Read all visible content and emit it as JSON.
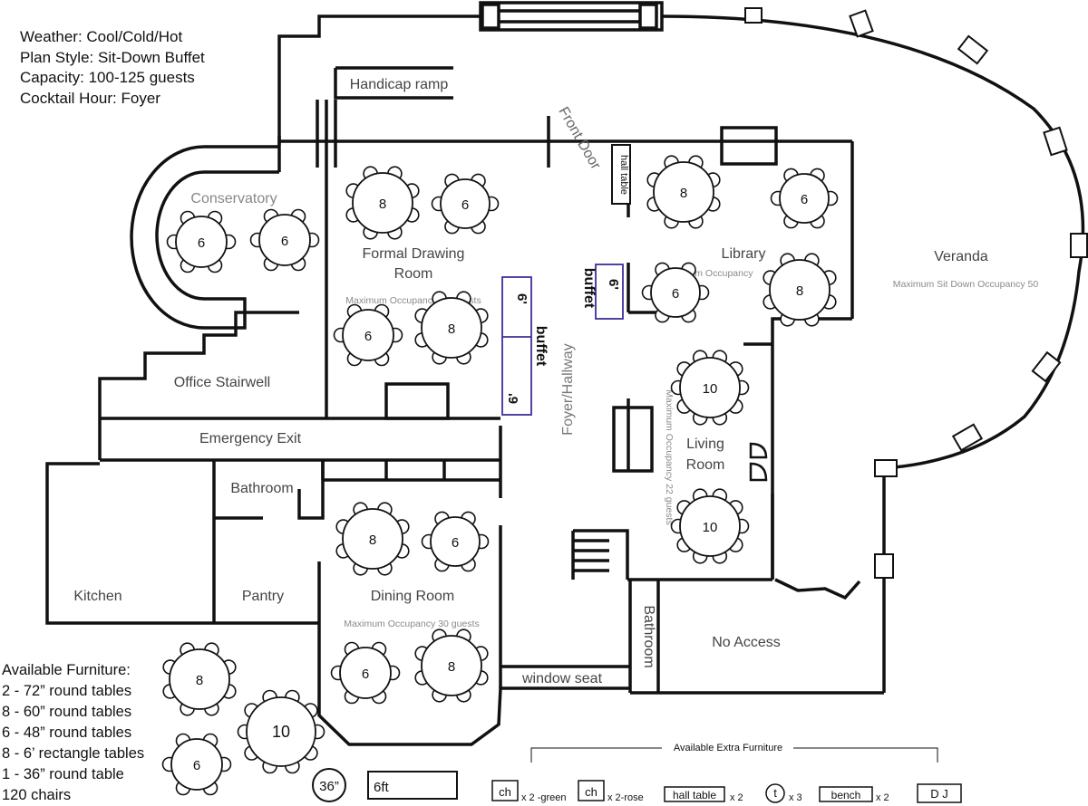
{
  "info": {
    "weather": "Weather: Cool/Cold/Hot",
    "plan_style": "Plan Style: Sit-Down Buffet",
    "capacity": "Capacity: 100-125 guests",
    "cocktail": "Cocktail Hour: Foyer"
  },
  "rooms": {
    "handicap_ramp": "Handicap ramp",
    "conservatory": "Conservatory",
    "formal_drawing_1": "Formal Drawing",
    "formal_drawing_2": "Room",
    "formal_occupancy": "Maximum Occupancy 30 guests",
    "office_stairwell": "Office Stairwell",
    "emergency_exit": "Emergency Exit",
    "bathroom": "Bathroom",
    "kitchen": "Kitchen",
    "pantry": "Pantry",
    "dining_room": "Dining Room",
    "dining_occupancy": "Maximum Occupancy 30 guests",
    "foyer": "Foyer/Hallway",
    "front_door": "Front Door",
    "hall_table": "hall table",
    "library": "Library",
    "library_occupancy": "Maximum Occupancy",
    "living_room_1": "Living",
    "living_room_2": "Room",
    "living_occupancy": "Maximum Occupancy 22 guests",
    "bathroom_2": "Bathroom",
    "window_seat": "window seat",
    "no_access": "No Access",
    "veranda": "Veranda",
    "veranda_occupancy": "Maximum Sit Down Occupancy 50"
  },
  "buffet": {
    "label": "buffet",
    "size": "6'"
  },
  "tables": [
    {
      "id": "conservatory-left",
      "seats": "6"
    },
    {
      "id": "conservatory-right",
      "seats": "6"
    },
    {
      "id": "drawing-top-left",
      "seats": "8"
    },
    {
      "id": "drawing-top-right",
      "seats": "6"
    },
    {
      "id": "drawing-bottom-left",
      "seats": "6"
    },
    {
      "id": "drawing-bottom-right",
      "seats": "8"
    },
    {
      "id": "dining-top-left",
      "seats": "8"
    },
    {
      "id": "dining-top-right",
      "seats": "6"
    },
    {
      "id": "dining-bottom-left",
      "seats": "6"
    },
    {
      "id": "dining-bottom-right",
      "seats": "8"
    },
    {
      "id": "library-top-left",
      "seats": "8"
    },
    {
      "id": "library-top-right",
      "seats": "6"
    },
    {
      "id": "library-bottom-left",
      "seats": "6"
    },
    {
      "id": "library-bottom-right",
      "seats": "8"
    },
    {
      "id": "living-top",
      "seats": "10"
    },
    {
      "id": "living-bottom",
      "seats": "10"
    },
    {
      "id": "available-8",
      "seats": "8"
    },
    {
      "id": "available-10",
      "seats": "10"
    },
    {
      "id": "available-6",
      "seats": "6"
    }
  ],
  "available_furniture": {
    "title": "Available Furniture:",
    "items": [
      "2 - 72” round tables",
      "8 - 60” round tables",
      "6 - 48” round tables",
      "8 - 6’ rectangle tables",
      "1 - 36” round table",
      "120 chairs"
    ],
    "round_36": "36”",
    "rect_6ft": "6ft"
  },
  "extra_furniture": {
    "title": "Available Extra Furniture",
    "ch": "ch",
    "ch_green_qty": "x 2 -green",
    "ch_rose_qty": "x 2-rose",
    "hall_table": "hall table",
    "hall_table_qty": "x 2",
    "t": "t",
    "t_qty": "x 3",
    "bench": "bench",
    "bench_qty": "x 2",
    "dj": "D J"
  },
  "colors": {
    "line": "#111111",
    "text": "#111111",
    "label": "#444444",
    "faint": "#8a8a8a",
    "buffet": "#3a2f9a"
  }
}
